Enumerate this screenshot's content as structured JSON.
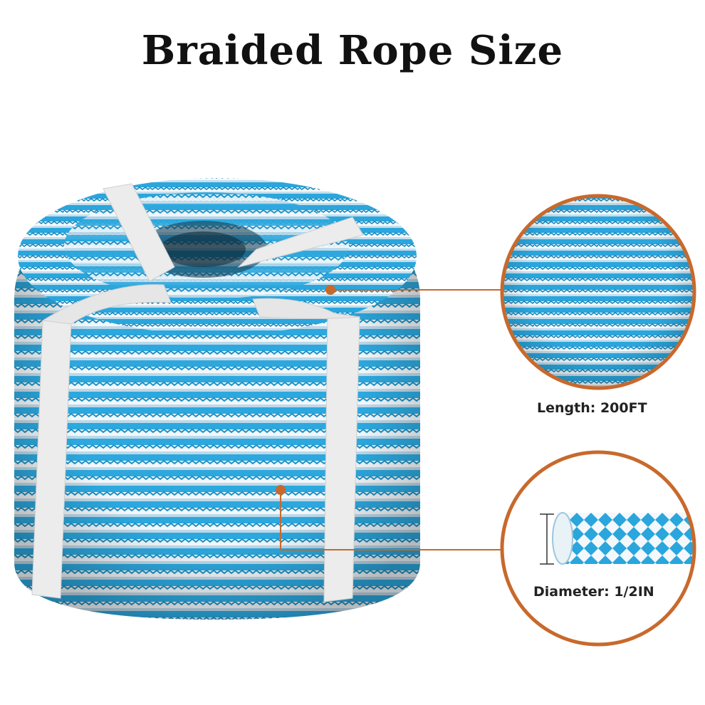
{
  "title": "Braided Rope Size",
  "callouts": {
    "length": {
      "label": "Length: 200FT"
    },
    "diameter": {
      "label": "Diameter: 1/2IN"
    }
  },
  "colors": {
    "accent": "#c8692c",
    "rope_blue": "#2ca8de",
    "rope_white": "#f2f7fa",
    "strap": "#ececec"
  },
  "image": {
    "subject": "rope-coil-photo"
  }
}
